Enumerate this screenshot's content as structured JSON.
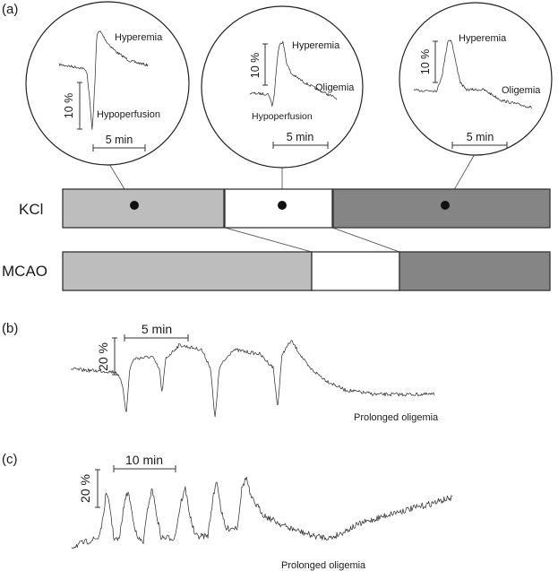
{
  "panel_labels": {
    "a": "(a)",
    "b": "(b)",
    "c": "(c)"
  },
  "rows": {
    "kcl": "KCl",
    "mcao": "MCAO"
  },
  "colors": {
    "light": "#bdbdbd",
    "white": "#ffffff",
    "dark": "#858585",
    "trace": "#333333",
    "outline": "#222222"
  },
  "bubbles": [
    {
      "labels": [
        "Hyperemia",
        "Hypoperfusion"
      ],
      "amp": "10 %",
      "time": "5 min"
    },
    {
      "labels": [
        "Hyperemia",
        "Oligemia",
        "Hypoperfusion"
      ],
      "amp": "10 %",
      "time": "5 min"
    },
    {
      "labels": [
        "Hyperemia",
        "Oligemia"
      ],
      "amp": "10 %",
      "time": "5 min"
    }
  ],
  "trace_b": {
    "amp": "20 %",
    "time": "5 min",
    "note": "Prolonged oligemia"
  },
  "trace_c": {
    "amp": "20 %",
    "time": "10 min",
    "note": "Prolonged oligemia"
  }
}
